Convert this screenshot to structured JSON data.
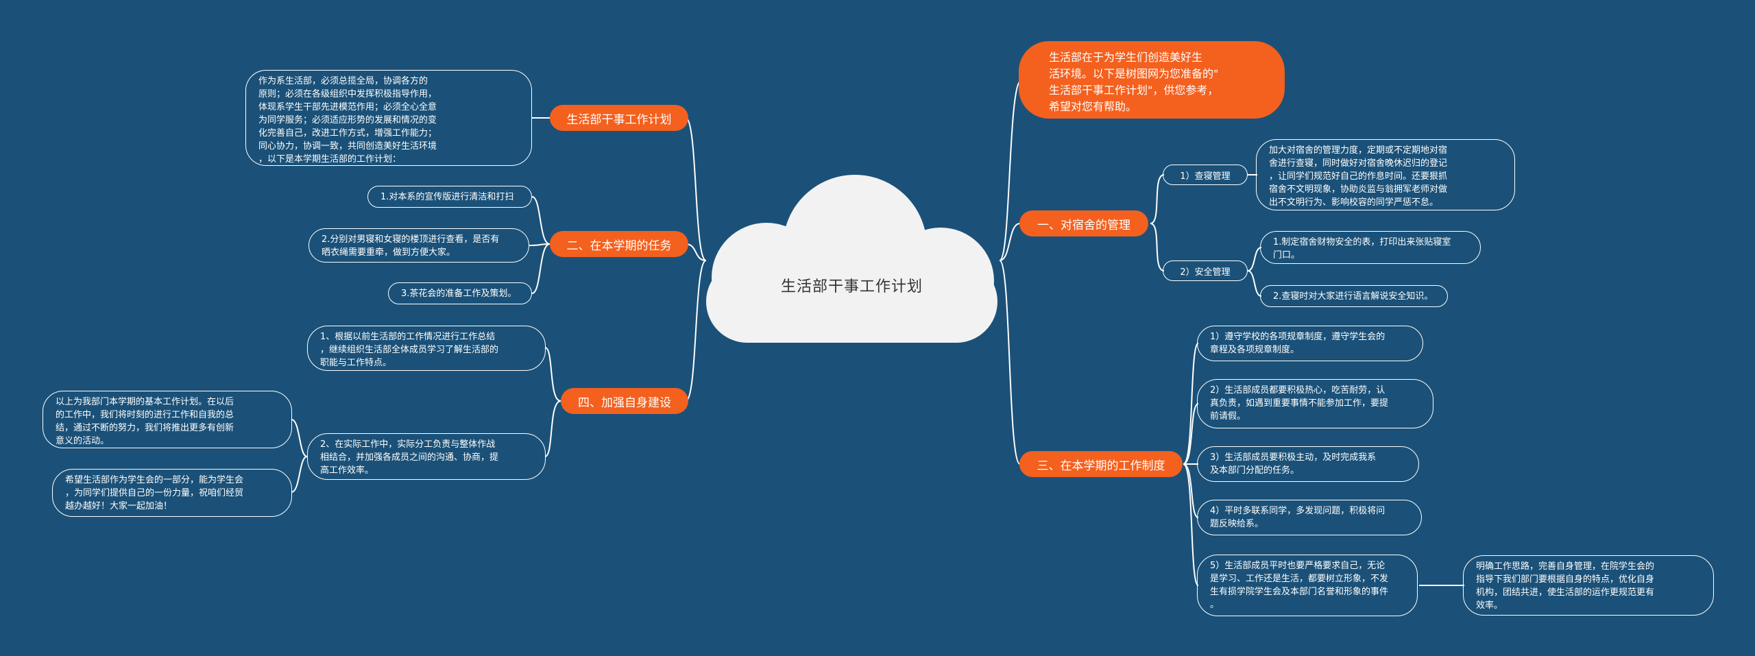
{
  "colors": {
    "background": "#1b5178",
    "branch": "#f4601e",
    "line": "#ffffff",
    "cloud": "#f2f2f2"
  },
  "root": "生活部干事工作计划",
  "intro": "      生活部在于为学生们创造美好生\n活环境。以下是树图网为您准备的\"\n生活部干事工作计划\"，供您参考，\n希望对您有帮助。",
  "left": {
    "b1": {
      "label": "生活部干事工作计划",
      "text": "      作为系生活部，必须总揽全局，协调各方的\n原则；必须在各级组织中发挥积极指导作用，\n体现系学生干部先进模范作用；必须全心全意\n为同学服务；必须适应形势的发展和情况的变\n化完善自己，改进工作方式，增强工作能力；\n同心协力，协调一致，共同创造美好生活环境\n，以下是本学期生活部的工作计划："
    },
    "b2": {
      "label": "二、在本学期的任务",
      "items": [
        "1.对本系的宣传版进行清洁和打扫",
        "2.分别对男寝和女寝的楼顶进行查看，是否有\n晒衣绳需要重牵，做到方便大家。",
        "3.茶花会的准备工作及策划。"
      ]
    },
    "b4": {
      "label": "四、加强自身建设",
      "items": [
        "1、根据以前生活部的工作情况进行工作总结\n，继续组织生活部全体成员学习了解生活部的\n职能与工作特点。",
        "2、在实际工作中，实际分工负责与整体作战\n相结合，并加强各成员之间的沟通、协商，提\n高工作效率。"
      ],
      "sub": [
        "      以上为我部门本学期的基本工作计划。在以后\n的工作中，我们将时刻的进行工作和自我的总\n结，通过不断的努力，我们将推出更多有创新\n意义的活动。",
        "      希望生活部作为学生会的一部分，能为学生会\n，为同学们提供自己的一份力量，祝咱们经贸\n越办越好！大家一起加油！"
      ]
    }
  },
  "right": {
    "b1": {
      "label": "一、对宿舍的管理",
      "c1": {
        "label": "1）查寝管理",
        "text": "      加大对宿舍的管理力度，定期或不定期地对宿\n舍进行查寝，同时做好对宿舍晚休迟归的登记\n，让同学们规范好自己的作息时间。还要狠抓\n宿舍不文明现象，协助炎监与翁拥军老师对做\n出不文明行为、影响校容的同学严惩不怠。"
      },
      "c2": {
        "label": "2）安全管理",
        "items": [
          "1.制定宿舍财物安全的表，打印出来张贴寝室\n门口。",
          "2.查寝时对大家进行语言解说安全知识。"
        ]
      }
    },
    "b3": {
      "label": "三、在本学期的工作制度",
      "items": [
        "1）遵守学校的各项规章制度，遵守学生会的\n章程及各项规章制度。",
        "2）生活部成员都要积极热心，吃苦耐劳，认\n真负责，如遇到重要事情不能参加工作，要提\n前请假。",
        "3）生活部成员要积极主动，及时完成我系\n及本部门分配的任务。",
        "4）平时多联系同学，多发现问题，积极将问\n题反映给系。",
        "      5）生活部成员平时也要严格要求自己，无论\n是学习、工作还是生活，都要树立形象，不发\n生有损学院学生会及本部门名誉和形象的事件\n。"
      ],
      "sub": "      明确工作思路，完善自身管理，在院学生会的\n指导下我们部门要根据自身的特点，优化自身\n机构，团结共进，使生活部的运作更规范更有\n效率。"
    }
  }
}
